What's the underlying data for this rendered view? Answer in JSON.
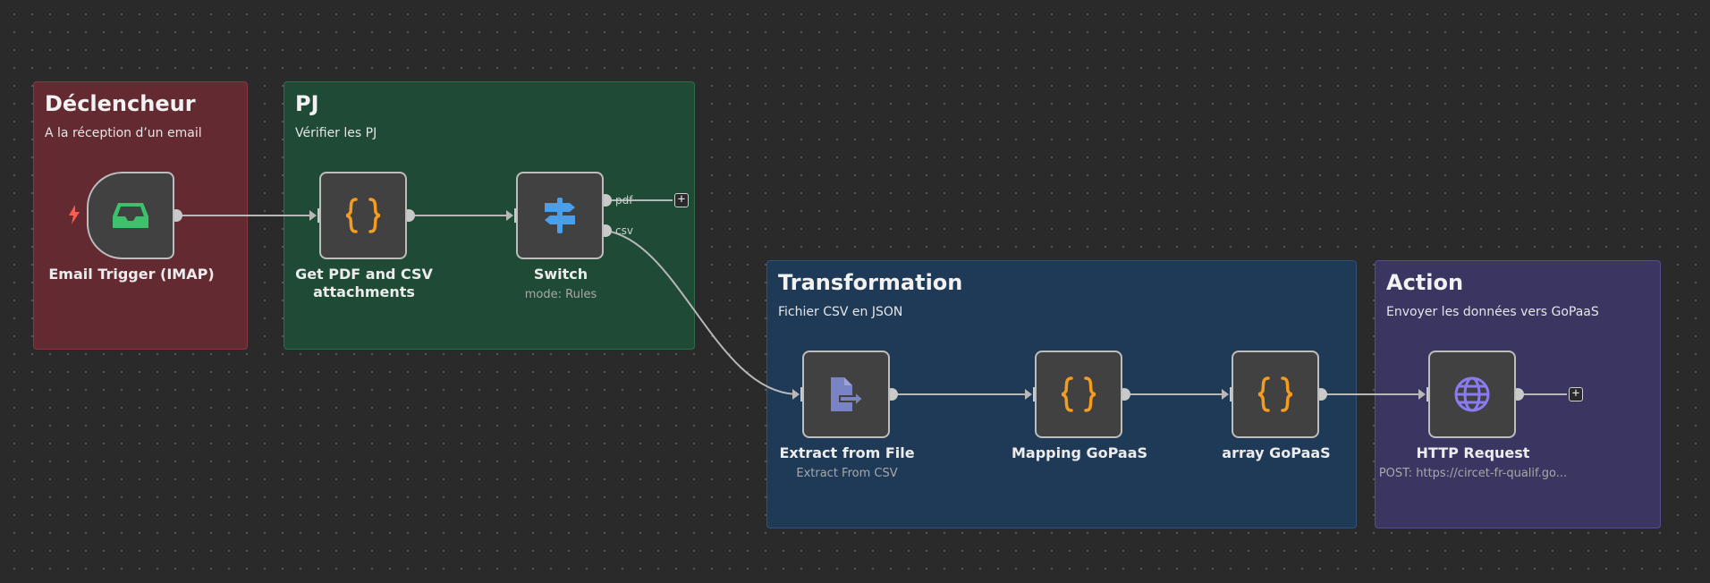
{
  "groups": {
    "trigger": {
      "title": "Déclencheur",
      "desc": "A la réception d’un email"
    },
    "pj": {
      "title": "PJ",
      "desc": "Vérifier les PJ"
    },
    "transformation": {
      "title": "Transformation",
      "desc": "Fichier CSV en JSON"
    },
    "action": {
      "title": "Action",
      "desc": "Envoyer les données vers GoPaaS"
    }
  },
  "nodes": {
    "email_trigger": {
      "label": "Email Trigger (IMAP)",
      "icon": "inbox-icon",
      "color": "#3ec16b"
    },
    "get_attachments": {
      "label_line1": "Get PDF and CSV",
      "label_line2": "attachments",
      "icon": "code-braces-icon",
      "color": "#f39c1f"
    },
    "switch": {
      "label": "Switch",
      "subtitle": "mode: Rules",
      "icon": "signpost-icon",
      "color": "#4a9fe8",
      "outputs": [
        "pdf",
        "csv"
      ]
    },
    "extract_from_file": {
      "label": "Extract from File",
      "subtitle": "Extract From CSV",
      "icon": "file-export-icon",
      "color": "#7a84c4"
    },
    "mapping_gopaas": {
      "label": "Mapping GoPaaS",
      "icon": "code-braces-icon",
      "color": "#f39c1f"
    },
    "array_gopaas": {
      "label": "array GoPaaS",
      "icon": "code-braces-icon",
      "color": "#f39c1f"
    },
    "http_request": {
      "label": "HTTP Request",
      "subtitle": "POST: https://circet-fr-qualif.go...",
      "icon": "globe-icon",
      "color": "#8a7cf0"
    }
  },
  "add_node_symbol": "+",
  "colors": {
    "trigger_bolt": "#ff5a4e",
    "wire": "#b8b8b8"
  }
}
